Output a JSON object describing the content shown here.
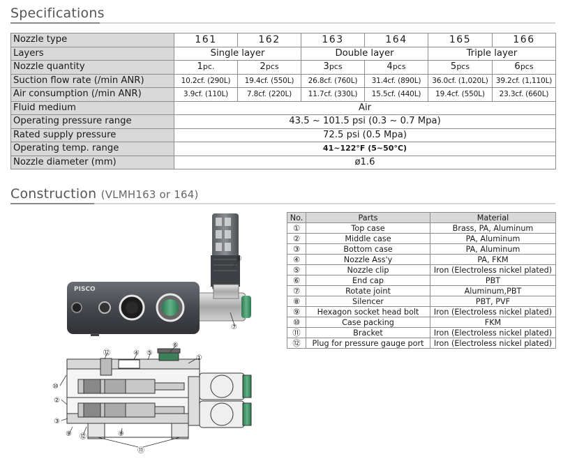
{
  "specifications": {
    "title": "Specifications",
    "row_labels": {
      "nozzle_type": "Nozzle type",
      "layers": "Layers",
      "nozzle_quantity": "Nozzle quantity",
      "suction_flow": "Suction flow rate (/min ANR)",
      "air_consumption": "Air consumption (/min ANR)",
      "fluid_medium": "Fluid medium",
      "operating_pressure": "Operating pressure range",
      "rated_pressure": "Rated supply pressure",
      "operating_temp": "Operating temp. range",
      "nozzle_diameter": "Nozzle diameter (mm)"
    },
    "models": [
      "161",
      "162",
      "163",
      "164",
      "165",
      "166"
    ],
    "layers": [
      "Single layer",
      "Double layer",
      "Triple layer"
    ],
    "nozzle_quantity": [
      {
        "num": "1",
        "unit": "pc."
      },
      {
        "num": "2",
        "unit": "pcs"
      },
      {
        "num": "3",
        "unit": "pcs"
      },
      {
        "num": "4",
        "unit": "pcs"
      },
      {
        "num": "5",
        "unit": "pcs"
      },
      {
        "num": "6",
        "unit": "pcs"
      }
    ],
    "suction_flow": [
      "10.2cf. (290L)",
      "19.4cf. (550L)",
      "26.8cf. (760L)",
      "31.4cf. (890L)",
      "36.0cf. (1,020L)",
      "39.2cf. (1,110L)"
    ],
    "air_consumption": [
      "3.9cf. (110L)",
      "7.8cf. (220L)",
      "11.7cf. (330L)",
      "15.5cf. (440L)",
      "19.4cf. (550L)",
      "23.3cf. (660L)"
    ],
    "fluid_medium": "Air",
    "operating_pressure": "43.5 ~ 101.5 psi  (0.3 ~ 0.7 Mpa)",
    "rated_pressure": "72.5 psi (0.5 Mpa)",
    "operating_temp": "41~122°F (5~50°C)",
    "nozzle_diameter": "ø1.6"
  },
  "construction": {
    "title": "Construction",
    "subtitle": "(VLMH163 or 164)",
    "brand_label": "PISCO",
    "callouts": [
      "①",
      "②",
      "③",
      "④",
      "⑤",
      "⑥",
      "⑦",
      "⑧",
      "⑨",
      "⑩",
      "⑪",
      "⑫"
    ],
    "parts_table": {
      "headers": [
        "No.",
        "Parts",
        "Material"
      ],
      "rows": [
        {
          "no": "①",
          "part": "Top case",
          "material": "Brass, PA, Aluminum"
        },
        {
          "no": "②",
          "part": "Middle case",
          "material": "PA, Aluminum"
        },
        {
          "no": "③",
          "part": "Bottom case",
          "material": "PA, Aluminum"
        },
        {
          "no": "④",
          "part": "Nozzle Ass'y",
          "material": "PA, FKM"
        },
        {
          "no": "⑤",
          "part": "Nozzle clip",
          "material": "Iron (Electroless nickel plated)"
        },
        {
          "no": "⑥",
          "part": "End cap",
          "material": "PBT"
        },
        {
          "no": "⑦",
          "part": "Rotate joint",
          "material": "Aluminum,PBT"
        },
        {
          "no": "⑧",
          "part": "Silencer",
          "material": "PBT, PVF"
        },
        {
          "no": "⑨",
          "part": "Hexagon socket head bolt",
          "material": "Iron (Electroless nickel plated)"
        },
        {
          "no": "⑩",
          "part": "Case packing",
          "material": "FKM"
        },
        {
          "no": "⑪",
          "part": "Bracket",
          "material": "Iron (Electroless nickel plated)"
        },
        {
          "no": "⑫",
          "part": "Plug for pressure gauge port",
          "material": "Iron (Electroless nickel plated)"
        }
      ]
    }
  },
  "colors": {
    "header_gray": "#d9d9d9",
    "border": "#8c8c8c",
    "device_dark": "#4a4d52",
    "gauge_green": "#3f8c63"
  }
}
